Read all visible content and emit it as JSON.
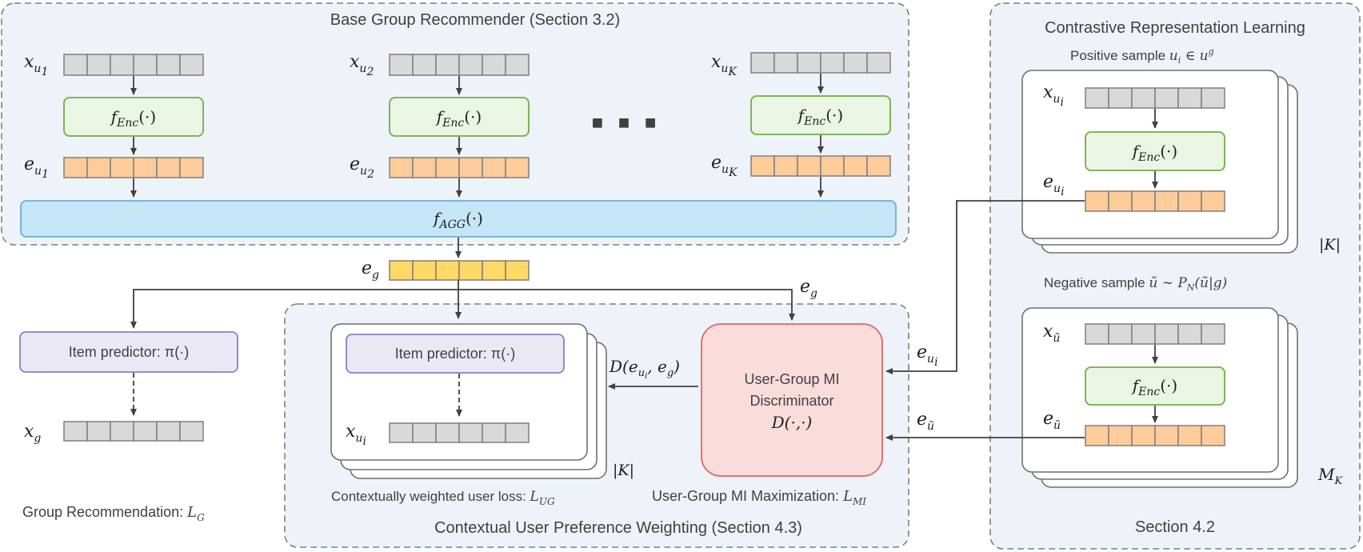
{
  "panels": {
    "base_title": "Base Group Recommender (Section 3.2)",
    "contrastive_title": "Contrastive Representation Learning",
    "contrastive_footer": "Section 4.2",
    "weighting_title": "Contextual User Preference Weighting (Section 4.3)"
  },
  "encoder_label": "f",
  "encoder_sub": "Enc",
  "encoder_arg": "(·)",
  "aggregator_label": "f",
  "aggregator_sub": "AGG",
  "aggregator_arg": "(·)",
  "users": [
    {
      "x": "x",
      "x_sub": "u",
      "x_idx": "1",
      "e": "e",
      "e_sub": "u",
      "e_idx": "1"
    },
    {
      "x": "x",
      "x_sub": "u",
      "x_idx": "2",
      "e": "e",
      "e_sub": "u",
      "e_idx": "2"
    },
    {
      "x": "x",
      "x_sub": "u",
      "x_idx": "K",
      "e": "e",
      "e_sub": "u",
      "e_idx": "K"
    }
  ],
  "ellipsis": "■ ■ ■",
  "group_embedding": {
    "sym": "e",
    "sub": "g"
  },
  "item_predictor": "Item predictor: π(·)",
  "group_output": {
    "sym": "x",
    "sub": "g"
  },
  "group_loss_label": "Group Recommendation: ",
  "group_loss_sym": "L",
  "group_loss_sub": "G",
  "positive_label": "Positive sample ",
  "positive_expr": "u",
  "positive_expr_sub": "i",
  "positive_expr_rest": " ∈ u",
  "positive_expr_sup": "g",
  "negative_label": "Negative sample ",
  "negative_expr": "ũ ∼ P",
  "negative_expr_sub": "N",
  "negative_expr_rest": "(ũ|g)",
  "pos_x": {
    "sym": "x",
    "sub": "u",
    "idx": "i"
  },
  "pos_e": {
    "sym": "e",
    "sub": "u",
    "idx": "i"
  },
  "neg_x": {
    "sym": "x",
    "sub": "ũ"
  },
  "neg_e": {
    "sym": "e",
    "sub": "ũ"
  },
  "stack_count_pos": "|K|",
  "stack_count_neg": "M",
  "stack_count_neg_sub": "K",
  "discriminator_line1": "User-Group MI",
  "discriminator_line2": "Discriminator",
  "discriminator_line3": "D(·,·)",
  "d_output": "D(e",
  "d_output_sub": "u",
  "d_output_idx": "i",
  "d_output_rest": ", e",
  "d_output_rest_sub": "g",
  "d_output_close": ")",
  "in_eui": {
    "sym": "e",
    "sub": "u",
    "idx": "i"
  },
  "in_eneg": {
    "sym": "e",
    "sub": "ũ"
  },
  "in_eg": {
    "sym": "e",
    "sub": "g"
  },
  "inner_predictor": "Item predictor: π(·)",
  "inner_x": {
    "sym": "x",
    "sub": "u",
    "idx": "i"
  },
  "inner_count": "|K|",
  "user_loss_label": "Contextually weighted user loss: ",
  "user_loss_sym": "L",
  "user_loss_sub": "UG",
  "mi_loss_label": "User-Group MI Maximization: ",
  "mi_loss_sym": "L",
  "mi_loss_sub": "MI"
}
